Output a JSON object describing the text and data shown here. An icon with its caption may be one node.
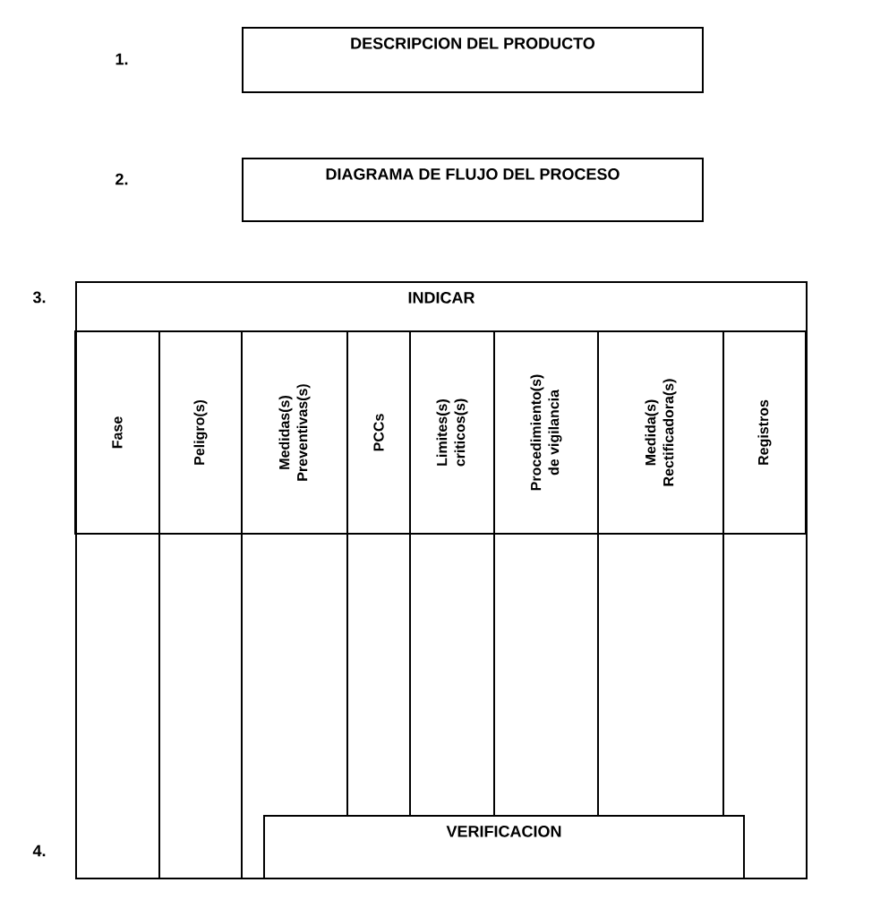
{
  "diagram": {
    "nodes": [
      {
        "text": [
          "DESCRIPCION DEL PRODUCTO"
        ]
      },
      {
        "text": [
          "DIAGRAMA DE FLUJO DEL PROCESO"
        ]
      },
      {
        "text": [
          "INDICAR"
        ]
      },
      {
        "text": [
          "Fase"
        ],
        "in": 2
      },
      {
        "text": [
          "Peligro(s)"
        ],
        "in": 2
      },
      {
        "text": [
          "Medidas(s) Preventivas(s)"
        ],
        "in": 2
      },
      {
        "text": [
          "PCCs"
        ],
        "in": 2
      },
      {
        "text": [
          "Limites(s) criticos(s)"
        ],
        "in": 2
      },
      {
        "text": [
          "Procedimiento(s) de vigilancia"
        ],
        "in": 2
      },
      {
        "text": [
          "Medida(s) Rectificadora(s)"
        ],
        "in": 2
      },
      {
        "text": [
          "Registros"
        ],
        "in": 2
      },
      {
        "text": [
          "VERIFICACION"
        ],
        "in": 2
      }
    ],
    "edges": [],
    "labels": [
      "1.",
      "2.",
      "3.",
      "4."
    ]
  }
}
